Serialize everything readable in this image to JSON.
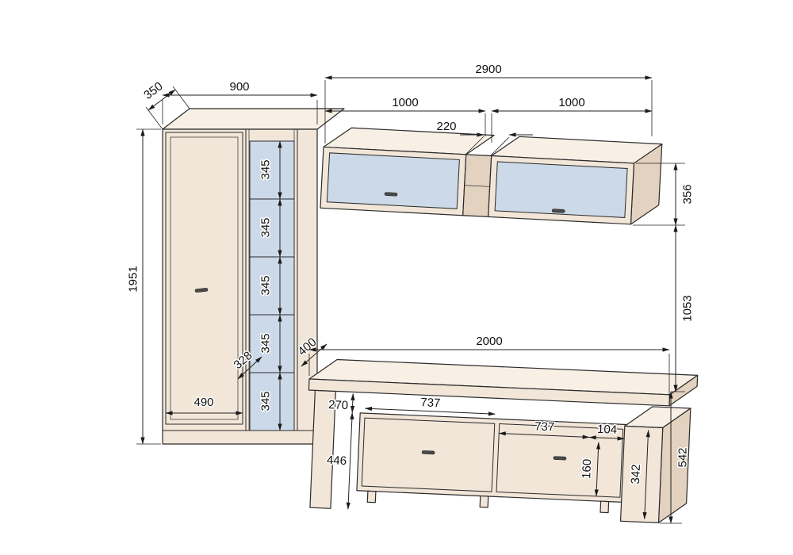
{
  "drawing": {
    "dimensions": {
      "wardrobe_depth": "350",
      "wardrobe_width": "900",
      "wall_section_width": "2900",
      "left_cabinet_width": "1000",
      "cabinet_gap": "220",
      "right_cabinet_width": "1000",
      "wall_cabinet_height": "356",
      "middle_clearance": "1053",
      "total_height": "1951",
      "shelf_heights": [
        "345",
        "345",
        "345",
        "345",
        "345"
      ],
      "shelf_depth": "328",
      "stand_depth": "400",
      "door_width": "490",
      "top_gap": "270",
      "stand_body_height": "446",
      "stand_width": "2000",
      "left_drawer_width": "737",
      "right_drawer_width": "737",
      "end_gap_width": "104",
      "right_end_height": "542",
      "drawer_front_height": "160",
      "pedestal_height": "342"
    },
    "colors": {
      "body": "#f1e6d8",
      "top": "#f8f0e5",
      "side": "#e2d2bf",
      "glass": "#ccd9e8",
      "line": "#2b2b2b",
      "dimline": "#222222",
      "text": "#111111",
      "bg": "#ffffff"
    }
  }
}
